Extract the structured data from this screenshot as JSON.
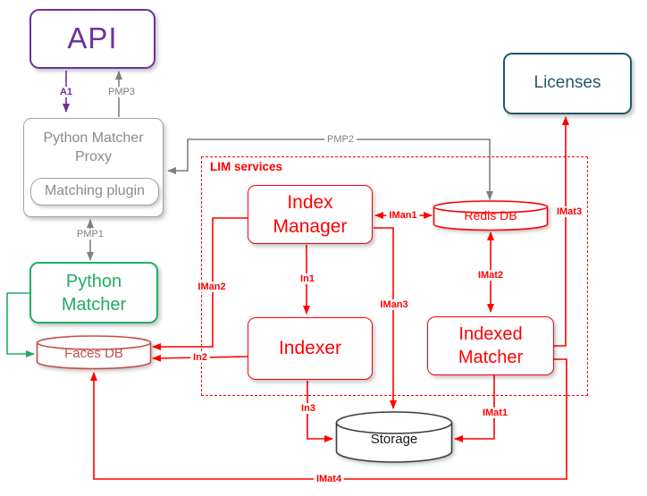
{
  "nodes": {
    "api": "API",
    "licenses": "Licenses",
    "proxy": "Python Matcher Proxy",
    "plugin": "Matching plugin",
    "matcher": "Python Matcher",
    "faces_db": "Faces DB",
    "lim": "LIM services",
    "index_manager": "Index Manager",
    "redis_db": "Redis DB",
    "indexer": "Indexer",
    "indexed_matcher": "Indexed Matcher",
    "storage": "Storage"
  },
  "edges": {
    "a1": "A1",
    "pmp1": "PMP1",
    "pmp2": "PMP2",
    "pmp3": "PMP3",
    "iman1": "IMan1",
    "iman2": "IMan2",
    "iman3": "IMan3",
    "in1": "In1",
    "in2": "In2",
    "in3": "In3",
    "imat1": "IMat1",
    "imat2": "IMat2",
    "imat3": "IMat3",
    "imat4": "IMat4"
  },
  "colors": {
    "purple": "#7030a0",
    "green": "#21ad64",
    "red": "#fe0000",
    "faces_db_red": "#c2504a",
    "gray_border": "#a3a3a3",
    "gray_text": "#8b8b8b",
    "gray_arrow": "#7f7f7f",
    "teal": "#25586b",
    "storage_black": "#3c3c3c"
  }
}
